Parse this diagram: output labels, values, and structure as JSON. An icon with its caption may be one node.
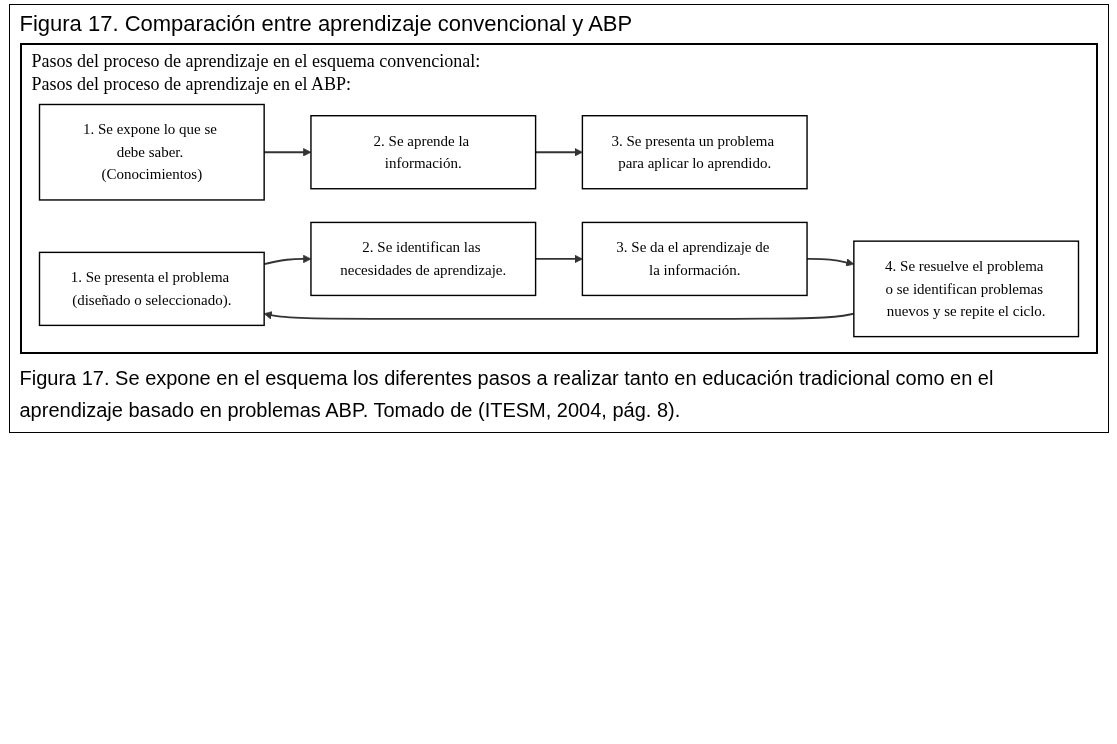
{
  "diagram": {
    "title": "Figura 17. Comparación entre aprendizaje convencional y ABP",
    "nodes": [
      {
        "text": [
          "1. Se expone lo que se debe saber. (Conocimientos)"
        ]
      },
      {
        "text": [
          "2. Se aprende la información."
        ]
      },
      {
        "text": [
          "3. Se presenta un problema para aplicar lo aprendido."
        ]
      },
      {
        "text": [
          "1. Se presenta el problema (diseñado o seleccionado)."
        ]
      },
      {
        "text": [
          "2. Se identifican las necesidades de aprendizaje."
        ]
      },
      {
        "text": [
          "3. Se da el aprendizaje de la información."
        ]
      },
      {
        "text": [
          "4. Se resuelve el problema o se identifican problemas nuevos y se repite el ciclo."
        ]
      }
    ],
    "edges": [
      {
        "from": 0,
        "to": 1,
        "arrow": "to"
      },
      {
        "from": 1,
        "to": 2,
        "arrow": "to"
      },
      {
        "from": 3,
        "to": 4,
        "arrow": "to"
      },
      {
        "from": 4,
        "to": 5,
        "arrow": "to"
      },
      {
        "from": 5,
        "to": 6,
        "arrow": "to"
      },
      {
        "from": 6,
        "to": 3,
        "arrow": "to"
      }
    ],
    "labels": [
      "Pasos del proceso de aprendizaje en el esquema convencional:",
      "Pasos del proceso de aprendizaje en el ABP:"
    ],
    "caption": "Figura 17. Se expone en el esquema los diferentes pasos a realizar tanto en educación tradicional como en el aprendizaje basado en problemas ABP. Tomado de (ITESM, 2004, pág. 8)."
  }
}
